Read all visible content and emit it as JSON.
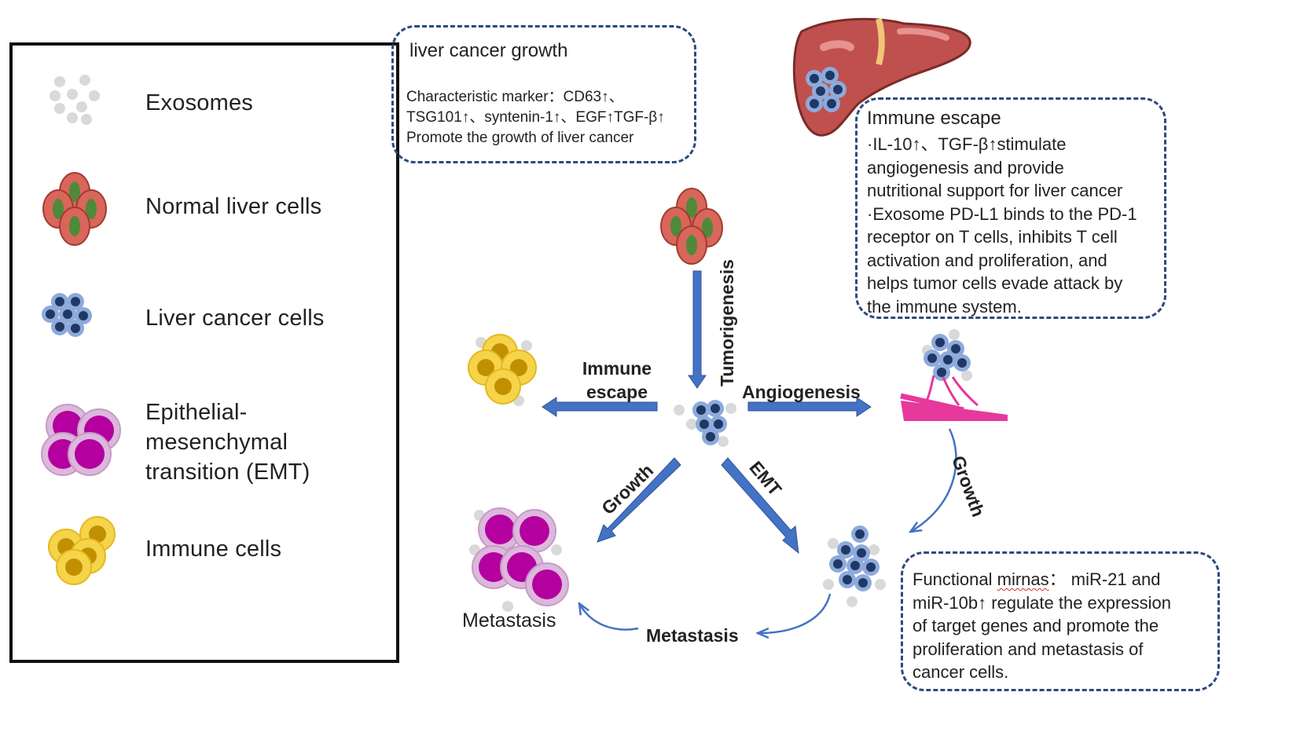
{
  "legend": {
    "items": [
      {
        "key": "exosomes",
        "label": "Exosomes"
      },
      {
        "key": "normal",
        "label": "Normal liver cells"
      },
      {
        "key": "cancer",
        "label": "Liver cancer cells"
      },
      {
        "key": "emt",
        "label_lines": [
          "Epithelial-",
          "mesenchymal",
          "transition (EMT)"
        ]
      },
      {
        "key": "immune",
        "label": "Immune cells"
      }
    ]
  },
  "growth_box": {
    "title": "liver cancer growth",
    "line1": "Characteristic marker：CD63↑、",
    "line2": "TSG101↑、syntenin-1↑、EGF↑TGF-β↑",
    "line3": "Promote the growth of liver cancer"
  },
  "immune_box": {
    "title": "Immune escape",
    "lines": [
      "·IL-10↑、TGF-β↑stimulate",
      "angiogenesis and provide",
      "nutritional support for liver cancer",
      "·Exosome PD-L1 binds to the PD-1",
      "receptor on T cells, inhibits T cell",
      "activation and proliferation, and",
      "helps tumor cells evade attack by",
      "the immune system."
    ]
  },
  "mirna_box": {
    "line1_a": "Functional ",
    "line1_b": "mirnas",
    "line1_c": "：  miR-21 and",
    "lines": [
      "miR-10b↑   regulate the expression",
      "of target genes and promote the",
      "proliferation and metastasis of",
      "cancer cells."
    ]
  },
  "arrows": {
    "tumorigenesis": "Tumorigenesis",
    "immune_escape_1": "Immune",
    "immune_escape_2": "escape",
    "angiogenesis": "Angiogenesis",
    "growth_left": "Growth",
    "emt": "EMT",
    "growth_right": "Growth",
    "metastasis": "Metastasis"
  },
  "nodes": {
    "metastasis_label": "Metastasis"
  },
  "colors": {
    "arrow_blue": "#4472c4",
    "box_border": "#2b4a7a",
    "exosome_gray": "#d9d9d9",
    "liver_red": "#c0504d",
    "normal_cell_red": "#d9665a",
    "normal_cell_green": "#4e8a3a",
    "cancer_blue": "#8eaadb",
    "cancer_dark": "#1f3864",
    "emt_magenta": "#b4009e",
    "emt_light": "#dcb8dc",
    "immune_yellow": "#f6d44a",
    "immune_dark": "#c09000",
    "vessel_pink": "#e6399b"
  }
}
